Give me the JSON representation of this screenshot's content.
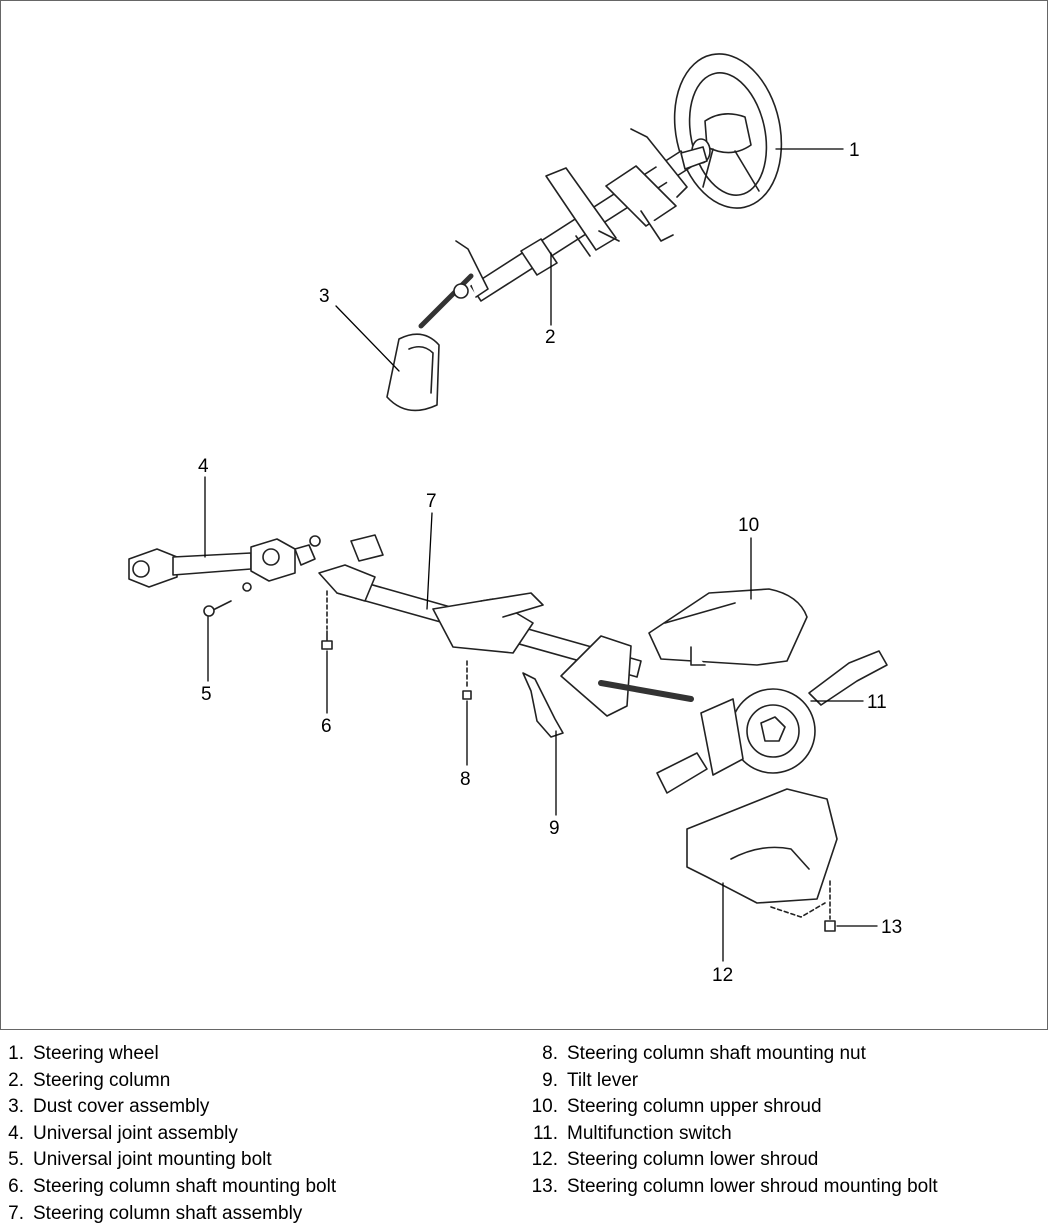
{
  "callouts": [
    "1",
    "2",
    "3",
    "4",
    "5",
    "6",
    "7",
    "8",
    "9",
    "10",
    "11",
    "12",
    "13"
  ],
  "legend": {
    "left": [
      {
        "num": "1.",
        "text": "Steering wheel"
      },
      {
        "num": "2.",
        "text": "Steering column"
      },
      {
        "num": "3.",
        "text": "Dust cover assembly"
      },
      {
        "num": "4.",
        "text": "Universal joint assembly"
      },
      {
        "num": "5.",
        "text": "Universal joint mounting bolt"
      },
      {
        "num": "6.",
        "text": "Steering column shaft mounting bolt"
      },
      {
        "num": "7.",
        "text": "Steering column shaft assembly"
      }
    ],
    "right": [
      {
        "num": "8.",
        "text": "Steering column shaft mounting nut"
      },
      {
        "num": "9.",
        "text": "Tilt lever"
      },
      {
        "num": "10.",
        "text": "Steering column upper shroud"
      },
      {
        "num": "11.",
        "text": "Multifunction switch"
      },
      {
        "num": "12.",
        "text": "Steering column lower shroud"
      },
      {
        "num": "13.",
        "text": "Steering column lower shroud mounting bolt"
      }
    ]
  }
}
